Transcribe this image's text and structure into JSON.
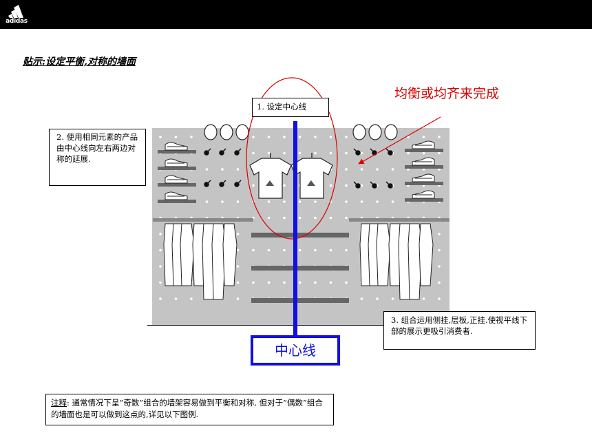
{
  "brand": {
    "logo_text": "adidas"
  },
  "slide": {
    "title": "贴示:设定平衡,对称的墙面"
  },
  "callouts": {
    "step1": "1.  设定中心线",
    "step2": "2.  使用相同元素的产品由中心线向左右两边对称的延展.",
    "step3": "3.  组合运用侧挂,层板,正挂.使视平线下部的展示更吸引消费者.",
    "balance": "均衡或均齐来完成",
    "centerline": "中心线"
  },
  "note": {
    "label": "注释",
    "text": ":  通常情况下呈”奇数”组合的墙架容易做到平衡和对称, 但对于”偶数”组合的墙面也是可以做到这点的,详见以下图例."
  },
  "colors": {
    "background": "#ffffff",
    "topbar": "#000000",
    "wall": "#c4c4c4",
    "centerline": "#1010e0",
    "highlight": "#d80000"
  },
  "icons": [
    "adidas-logo",
    "shoe-icon",
    "ball-icon",
    "hanger-icon",
    "t-shirt-icon",
    "hanging-garments-icon"
  ]
}
